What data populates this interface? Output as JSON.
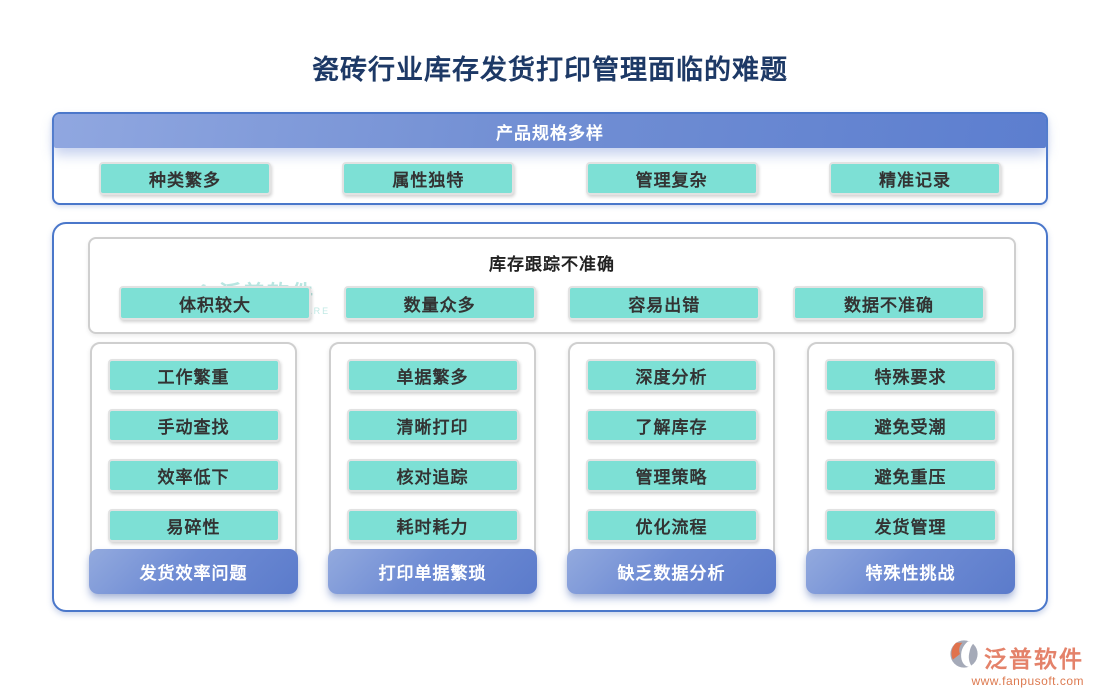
{
  "page": {
    "title": "瓷砖行业库存发货打印管理面临的难题"
  },
  "colors": {
    "title_navy": "#1d3966",
    "container_border_blue": "#4a77ca",
    "teal_button": "#7de0d5",
    "gradient_blue_light": "#93aade",
    "gradient_blue_dark": "#5b7bcb",
    "brand_coral": "#e4826a"
  },
  "icons": {
    "brand_logo": "fanpu-swoosh-logo",
    "watermark_logo": "fanpu-watermark-logo"
  },
  "top_section": {
    "header": "产品规格多样",
    "items": [
      "种类繁多",
      "属性独特",
      "管理复杂",
      "精准记录"
    ]
  },
  "tracking_section": {
    "header": "库存跟踪不准确",
    "items": [
      "体积较大",
      "数量众多",
      "容易出错",
      "数据不准确"
    ]
  },
  "columns": [
    {
      "items": [
        "工作繁重",
        "手动查找",
        "效率低下",
        "易碎性"
      ],
      "footer": "发货效率问题"
    },
    {
      "items": [
        "单据繁多",
        "清晰打印",
        "核对追踪",
        "耗时耗力"
      ],
      "footer": "打印单据繁琐"
    },
    {
      "items": [
        "深度分析",
        "了解库存",
        "管理策略",
        "优化流程"
      ],
      "footer": "缺乏数据分析"
    },
    {
      "items": [
        "特殊要求",
        "避免受潮",
        "避免重压",
        "发货管理"
      ],
      "footer": "特殊性挑战"
    }
  ],
  "watermark": {
    "name": "泛普软件",
    "subtitle": "FANPU SOFTWARE"
  },
  "brand": {
    "name": "泛普软件",
    "url": "www.fanpusoft.com"
  }
}
